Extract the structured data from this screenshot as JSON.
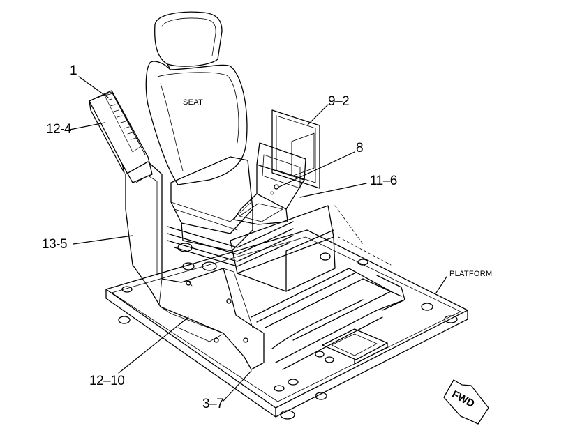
{
  "diagram": {
    "labels": {
      "seat": "SEAT",
      "platform": "PLATFORM",
      "fwd": "FWD"
    },
    "callouts": [
      {
        "id": "c1",
        "text": "1"
      },
      {
        "id": "c12-4",
        "text": "12-4"
      },
      {
        "id": "c13-5",
        "text": "13-5"
      },
      {
        "id": "c12-10",
        "text": "12–10"
      },
      {
        "id": "c3-7",
        "text": "3–7"
      },
      {
        "id": "c9-2",
        "text": "9–2"
      },
      {
        "id": "c8",
        "text": "8"
      },
      {
        "id": "c11-6",
        "text": "11–6"
      }
    ]
  }
}
